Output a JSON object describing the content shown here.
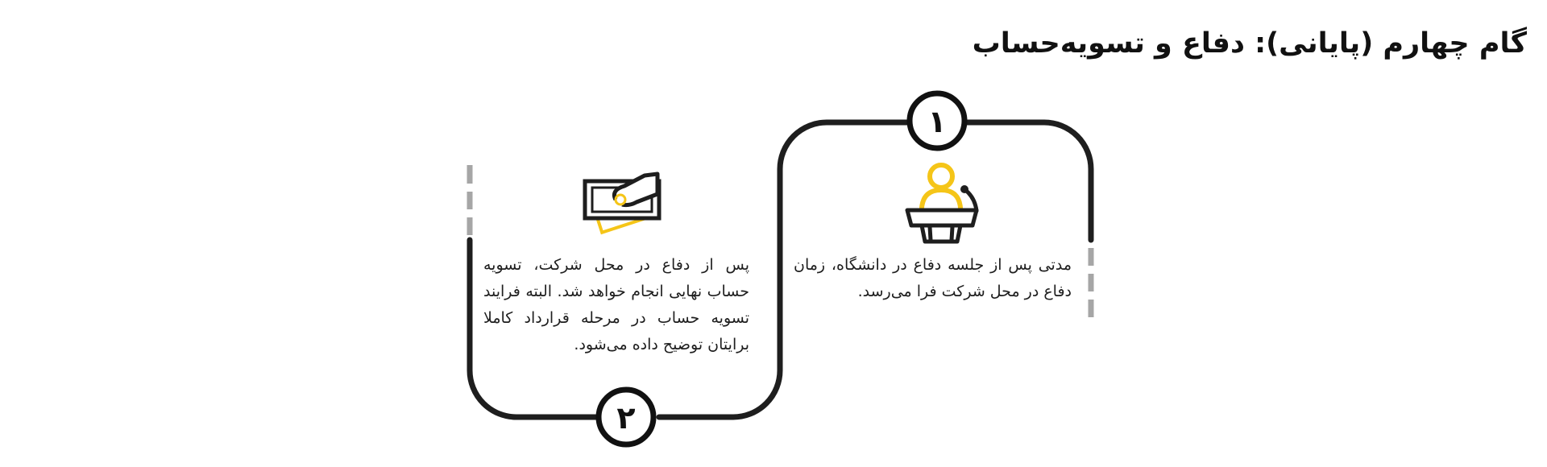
{
  "title": "گام چهارم (پایانی): دفاع و تسویه‌حساب",
  "colors": {
    "accent": "#F5C518",
    "line": "#1E1E1E",
    "dash": "#A6A6A6"
  },
  "steps": [
    {
      "number": "۱",
      "icon": "presenter-at-podium-icon",
      "text": "مدتی پس از جلسه دفاع در دانشگاه، زمان دفاع در محل شرکت فرا می‌رسد."
    },
    {
      "number": "۲",
      "icon": "hand-with-cash-icon",
      "text": "پس از دفاع در محل شرکت، تسویه حساب نهایی انجام خواهد شد. البته فرایند تسویه حساب در مرحله قرارداد کاملا برایتان توضیح داده می‌شود."
    }
  ]
}
